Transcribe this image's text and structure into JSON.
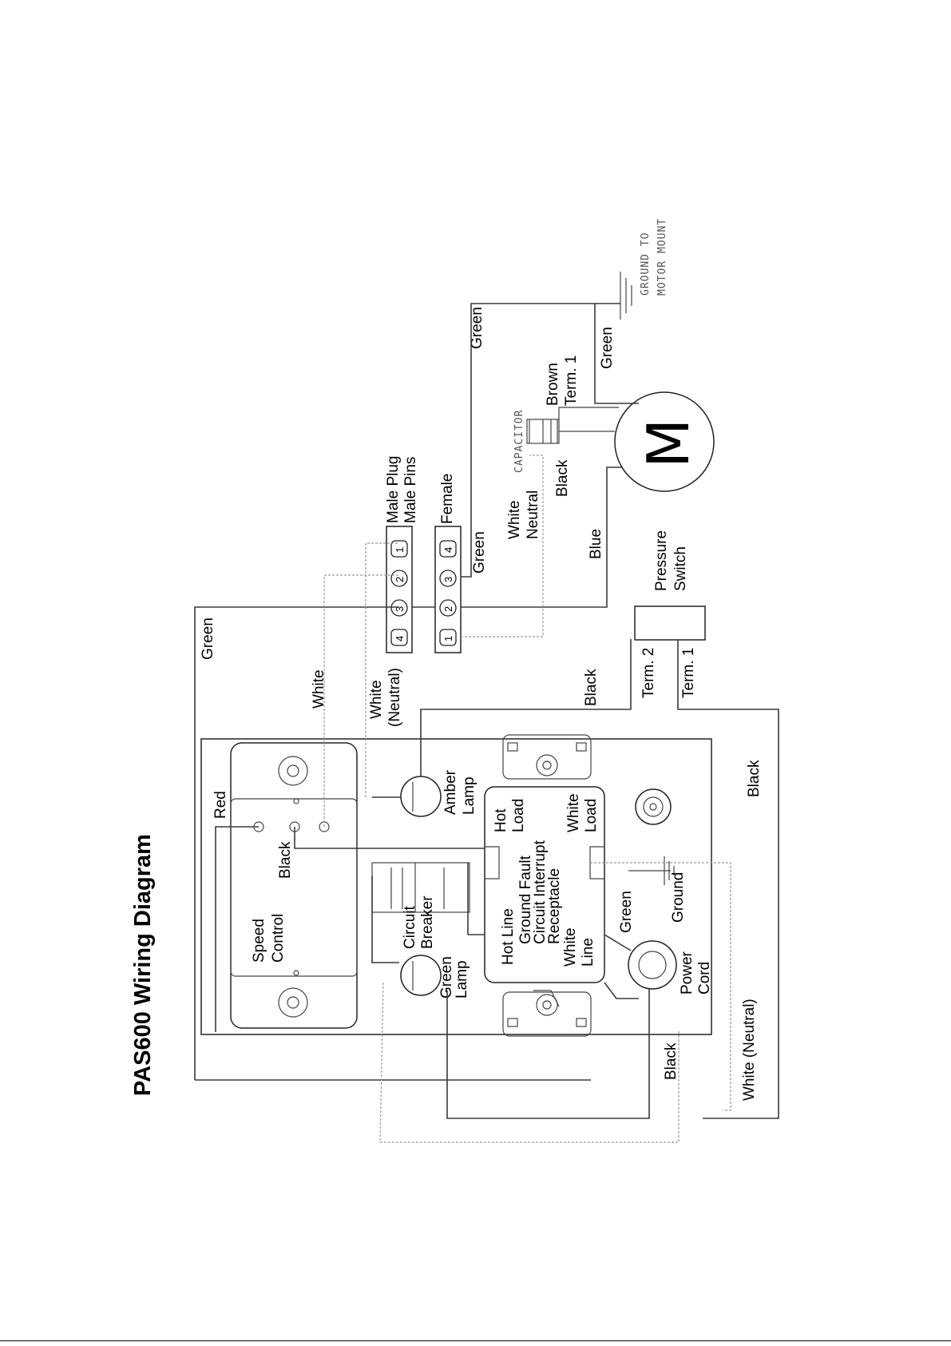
{
  "title": "PAS600 Wiring Diagram",
  "labels": {
    "red": "Red",
    "black_speed": "Black",
    "speed_control_1": "Speed",
    "speed_control_2": "Control",
    "circuit_breaker_1": "Circuit",
    "circuit_breaker_2": "Breaker",
    "green_lamp_1": "Green",
    "green_lamp_2": "Lamp",
    "amber_lamp_1": "Amber",
    "amber_lamp_2": "Lamp",
    "hot_load_1": "Hot",
    "hot_load_2": "Load",
    "white_load_1": "White",
    "white_load_2": "Load",
    "hot_line": "Hot Line",
    "gfci_1": "Ground Fault",
    "gfci_2": "Circuit Interrupt",
    "gfci_3": "Receptacle",
    "white_line_1": "White",
    "white_line_2": "Line",
    "green_ground": "Green",
    "ground": "Ground",
    "power_cord_1": "Power",
    "power_cord_2": "Cord",
    "black_bottom": "Black",
    "white_neutral_bottom": "White (Neutral)",
    "black_right": "Black",
    "green_top": "Green",
    "white_top": "White",
    "white_neutral_1": "White",
    "white_neutral_2": "(Neutral)",
    "male_plug_1": "Male Plug",
    "male_plug_2": "Male Pins",
    "female": "Female",
    "green_plug": "Green",
    "white_neutral_motor_1": "White",
    "white_neutral_motor_2": "Neutral",
    "black_motor": "Black",
    "blue": "Blue",
    "black_pressure": "Black",
    "term2": "Term. 2",
    "term1": "Term. 1",
    "pressure_switch_1": "Pressure",
    "pressure_switch_2": "Switch",
    "capacitor": "CAPACITOR",
    "brown_1": "Brown",
    "brown_2": "Term. 1",
    "green_motor": "Green",
    "green_upper": "Green",
    "motor_symbol": "M",
    "ground_to_1": "GROUND TO",
    "ground_to_2": "MOTOR MOUNT"
  },
  "male_pins": [
    "4",
    "3",
    "2",
    "1"
  ],
  "female_pins": [
    "1",
    "2",
    "3",
    "4"
  ]
}
